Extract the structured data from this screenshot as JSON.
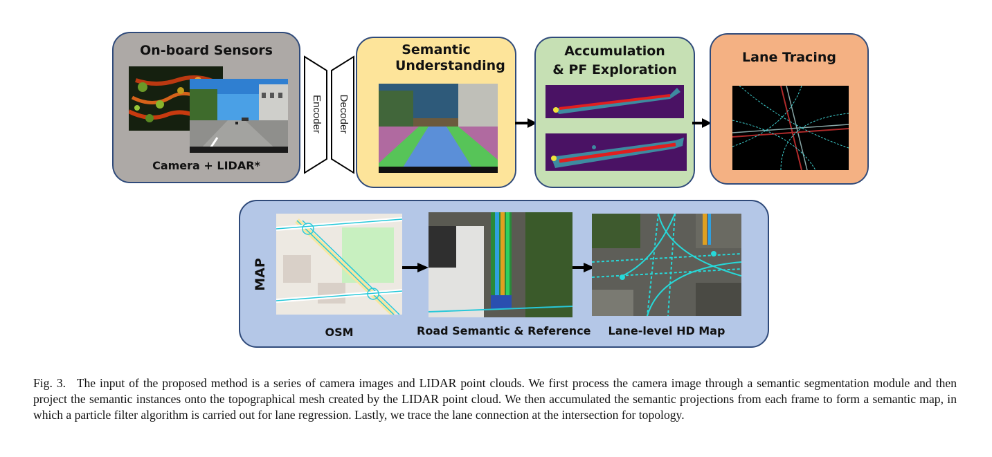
{
  "sensors": {
    "title": "On-board Sensors",
    "caption": "Camera + LIDAR*"
  },
  "encoder": {
    "label": "Encoder"
  },
  "decoder": {
    "label": "Decoder"
  },
  "semantic": {
    "title": "Semantic Understanding"
  },
  "accumulation": {
    "title_line1": "Accumulation",
    "title_line2": "& PF Exploration"
  },
  "lane_tracing": {
    "title": "Lane Tracing"
  },
  "map": {
    "label": "MAP",
    "osm_caption": "OSM",
    "road_caption": "Road Semantic & Reference",
    "hd_caption": "Lane-level HD Map"
  },
  "figure": {
    "number": "Fig. 3.",
    "text": "The input of the proposed method is a series of camera images and LIDAR point clouds. We first process the camera image through a semantic segmentation module and then project the semantic instances onto the topographical mesh created by the LIDAR point cloud. We then accumulated the semantic projections from each frame to form a semantic map, in which a particle filter algorithm is carried out for lane regression. Lastly, we trace the lane connection at the intersection for topology."
  },
  "colors": {
    "sensors_bg": "#ada9a6",
    "semantic_bg": "#fde49a",
    "accumulation_bg": "#c6e0b4",
    "lane_bg": "#f4b183",
    "map_bg": "#b4c7e7",
    "border": "#2f4a7a"
  }
}
